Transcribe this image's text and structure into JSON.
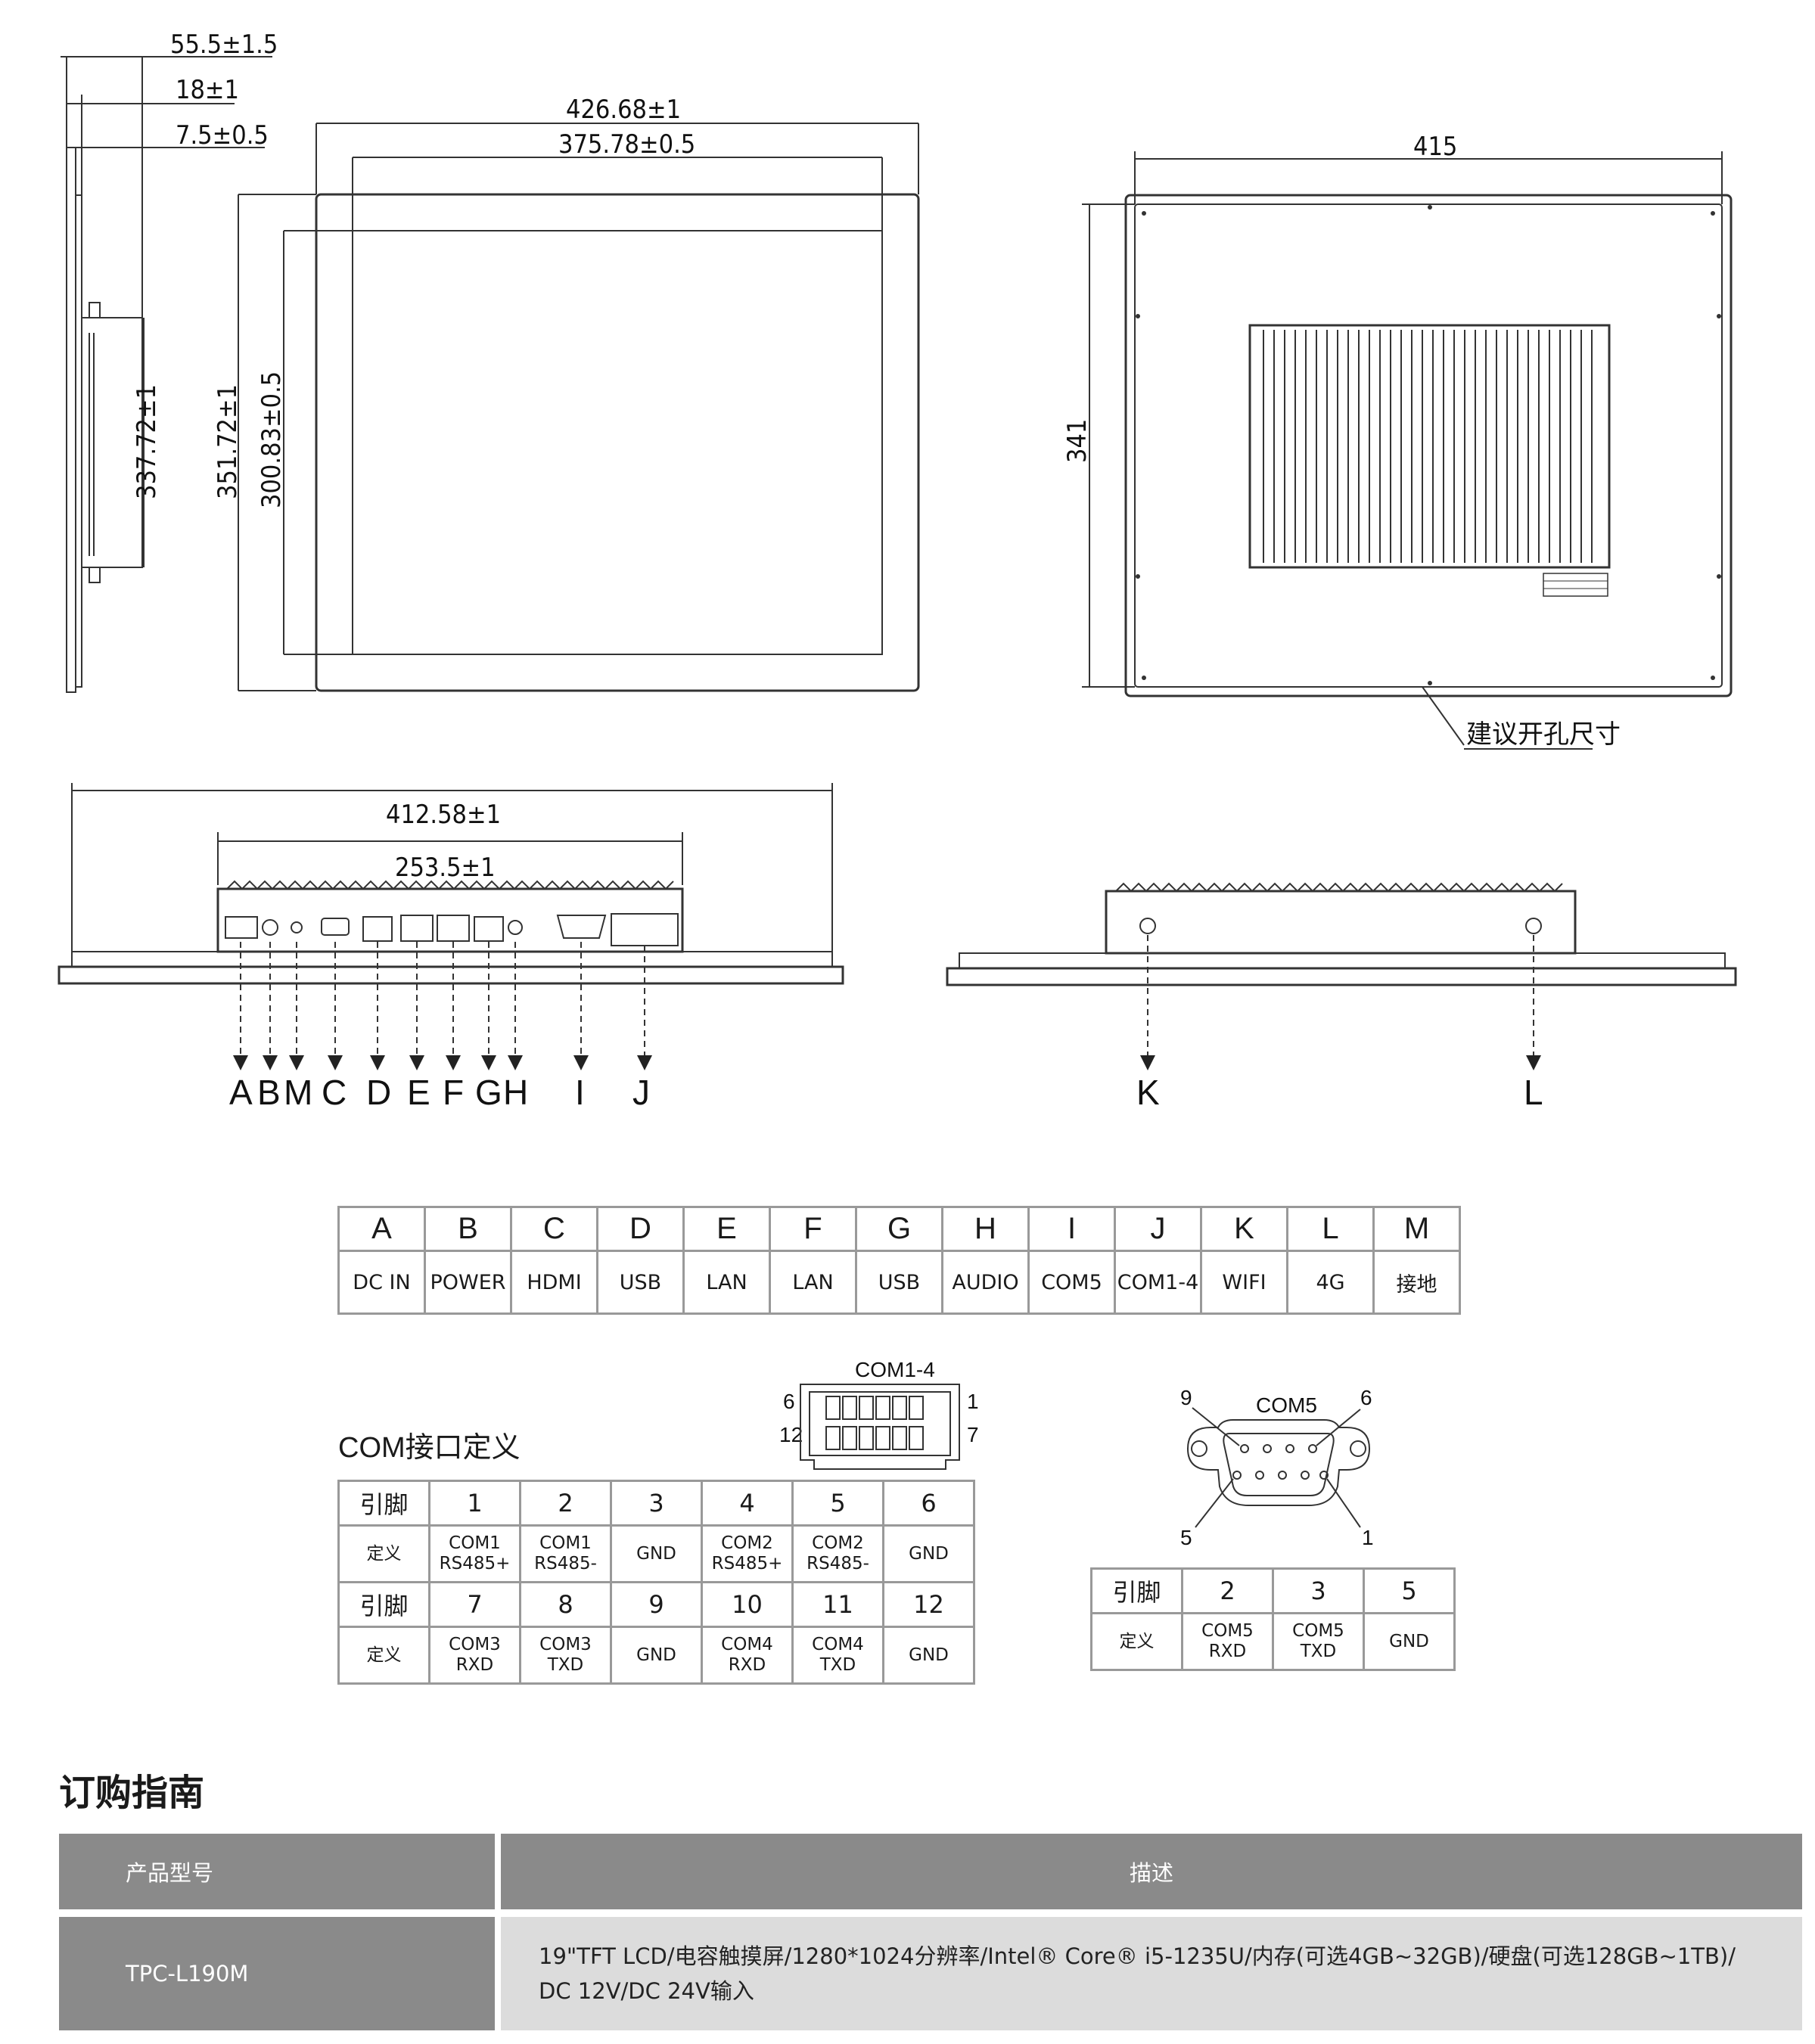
{
  "dimensions": {
    "side_depth_total": "55.5±1.5",
    "side_depth_mid": "18±1",
    "side_depth_front": "7.5±0.5",
    "front_width_outer": "426.68±1",
    "front_width_view": "375.78±0.5",
    "side_height": "337.72±1",
    "front_height_outer": "351.72±1",
    "front_height_view": "300.83±0.5",
    "back_width": "415",
    "back_height": "341",
    "cutout_note": "建议开孔尺寸",
    "bottom_width_outer": "412.58±1",
    "bottom_width_box": "253.5±1"
  },
  "port_callouts": {
    "bottom": [
      "A",
      "B",
      "M",
      "C",
      "D",
      "E",
      "F",
      "G",
      "H",
      "I",
      "J"
    ],
    "top": [
      "K",
      "L"
    ]
  },
  "port_table": {
    "letters": [
      "A",
      "B",
      "C",
      "D",
      "E",
      "F",
      "G",
      "H",
      "I",
      "J",
      "K",
      "L",
      "M"
    ],
    "names": [
      "DC IN",
      "POWER",
      "HDMI",
      "USB",
      "LAN",
      "LAN",
      "USB",
      "AUDIO",
      "COM5",
      "COM1-4",
      "WIFI",
      "4G",
      "接地"
    ]
  },
  "com_section": {
    "title": "COM接口定义",
    "connector_com14_label": "COM1-4",
    "connector_com14_pins": [
      "6",
      "1",
      "12",
      "7"
    ],
    "connector_com5_label": "COM5",
    "connector_com5_pins": [
      "9",
      "6",
      "5",
      "1"
    ]
  },
  "com14_table": {
    "pin_header": "引脚",
    "def_header": "定义",
    "rows": [
      {
        "pins": [
          "1",
          "2",
          "3",
          "4",
          "5",
          "6"
        ],
        "defs": [
          [
            "COM1",
            "RS485+"
          ],
          [
            "COM1",
            "RS485-"
          ],
          [
            "GND",
            ""
          ],
          [
            "COM2",
            "RS485+"
          ],
          [
            "COM2",
            "RS485-"
          ],
          [
            "GND",
            ""
          ]
        ]
      },
      {
        "pins": [
          "7",
          "8",
          "9",
          "10",
          "11",
          "12"
        ],
        "defs": [
          [
            "COM3",
            "RXD"
          ],
          [
            "COM3",
            "TXD"
          ],
          [
            "GND",
            ""
          ],
          [
            "COM4",
            "RXD"
          ],
          [
            "COM4",
            "TXD"
          ],
          [
            "GND",
            ""
          ]
        ]
      }
    ]
  },
  "com5_table": {
    "pin_header": "引脚",
    "def_header": "定义",
    "pins": [
      "2",
      "3",
      "5"
    ],
    "defs": [
      [
        "COM5",
        "RXD"
      ],
      [
        "COM5",
        "TXD"
      ],
      [
        "GND",
        ""
      ]
    ]
  },
  "order": {
    "title": "订购指南",
    "col_model": "产品型号",
    "col_desc": "描述",
    "model": "TPC-L190M",
    "desc_line1": "19\"TFT LCD/电容触摸屏/1280*1024分辨率/Intel® Core® i5-1235U/内存(可选4GB~32GB)/硬盘(可选128GB~1TB)/",
    "desc_line2": "DC 12V/DC 24V输入"
  },
  "colors": {
    "line": "#333333",
    "header_bg": "#8a8a8a",
    "row_bg": "#dcdcdc",
    "border": "#999999"
  }
}
